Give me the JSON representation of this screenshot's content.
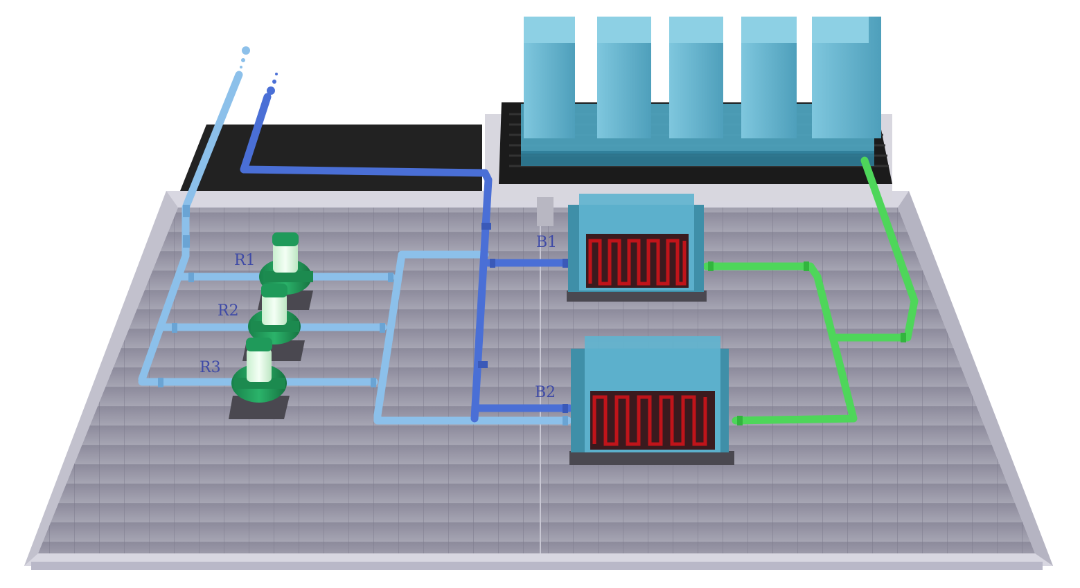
{
  "labels": {
    "r1": "R1",
    "r2": "R2",
    "r3": "R3",
    "b1": "B1",
    "b2": "B2"
  },
  "colors": {
    "floor": "#9a98a8",
    "floor_grid": "#7f7e8e",
    "wall": "#d9d8e2",
    "dark_slab": "#222222",
    "pipe_light_blue": "#8cc0ea",
    "pipe_dark_blue": "#4a6fd6",
    "pipe_green": "#4ed65a",
    "pump_green": "#1f9a5a",
    "tank_cyan": "#5fb4cf",
    "heater_red": "#c0141a",
    "label": "#3e4aa6"
  },
  "components": {
    "pumps": [
      "pump-r1",
      "pump-r2",
      "pump-r3"
    ],
    "heat_exchangers": [
      "heat-exchanger-b1",
      "heat-exchanger-b2"
    ],
    "towers": 5
  }
}
